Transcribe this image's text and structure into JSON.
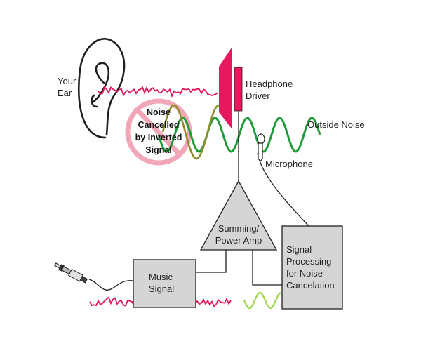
{
  "labels": {
    "ear_line1": "Your",
    "ear_line2": "Ear",
    "driver_line1": "Headphone",
    "driver_line2": "Driver",
    "outside_noise": "Outside Noise",
    "microphone": "Microphone",
    "cancel_line1": "Noise",
    "cancel_line2": "Cancelled",
    "cancel_line3": "by Inverted",
    "cancel_line4": "Signal",
    "amp_line1": "Summing/",
    "amp_line2": "Power Amp",
    "music_line1": "Music",
    "music_line2": "Signal",
    "dsp_line1": "Signal",
    "dsp_line2": "Processing",
    "dsp_line3": "for Noise",
    "dsp_line4": "Cancelation"
  },
  "colors": {
    "noise": "#e2175a",
    "outside_wave": "#219a3a",
    "inverted_wave": "#8c8c2a",
    "light_wave": "#a6d85a",
    "driver": "#e8185f",
    "forbidden_sign": "#f2a7b8",
    "box_fill": "#d5d5d5",
    "stroke": "#231f20"
  }
}
